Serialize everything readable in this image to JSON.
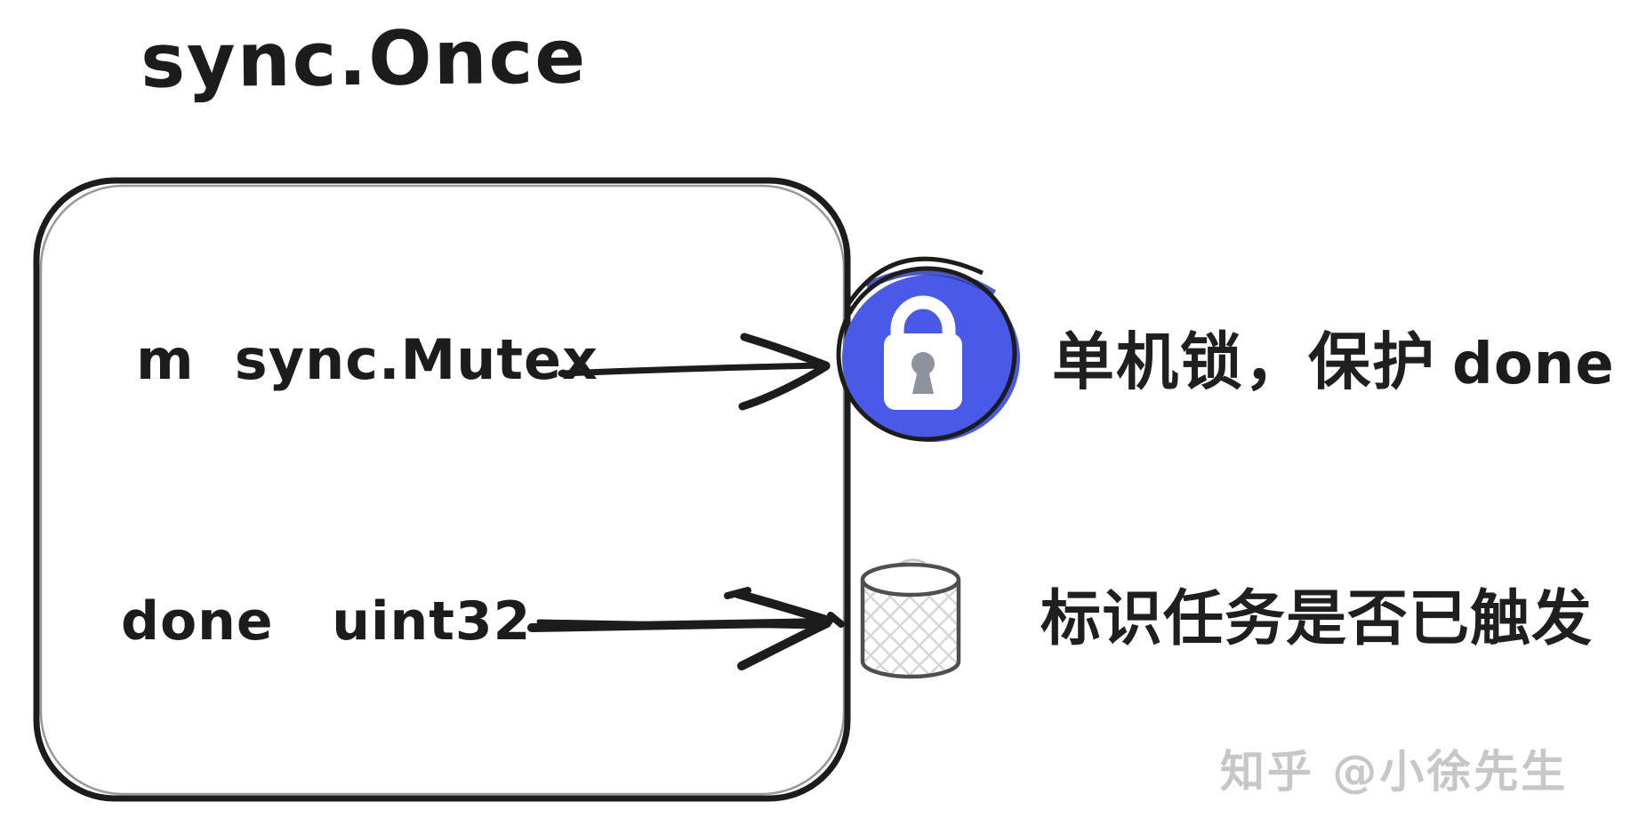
{
  "diagram": {
    "title": "sync.Once",
    "background": "#ffffff"
  },
  "struct": {
    "fields": [
      {
        "name": "m",
        "type": "sync.Mutex",
        "label": "m  sync.Mutex"
      },
      {
        "name": "done",
        "type": "uint32",
        "label": "done   uint32"
      }
    ]
  },
  "annotations": [
    {
      "text": "单机锁，保护",
      "code": "done",
      "icon": "lock-icon"
    },
    {
      "text": "标识任务是否已触发",
      "code": "",
      "icon": "database-cylinder-icon"
    }
  ],
  "watermark": {
    "text": "知乎 @小徐先生",
    "color": "#c7c7c7"
  },
  "colors": {
    "ink": "#1c1c1c",
    "lock_blue": "#4a5ae8",
    "lock_blue_dark": "#2b3bb0",
    "keyhole_gray": "#8d929c",
    "cylinder_stroke": "#4f4f4f",
    "crosshatch": "#d6d6d6"
  }
}
